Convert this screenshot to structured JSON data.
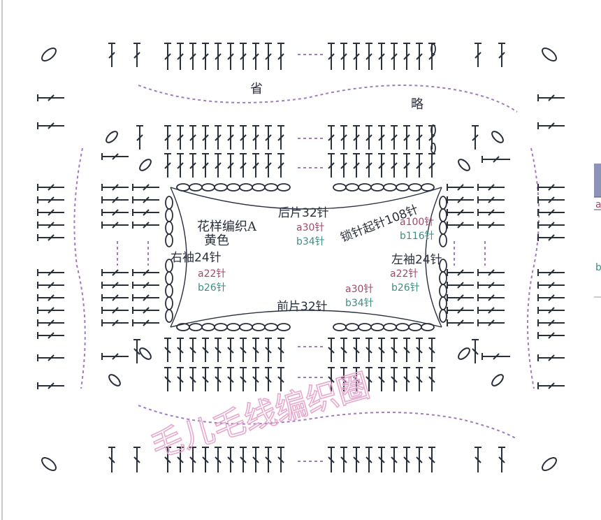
{
  "labels": {
    "omit_1": "省",
    "omit_2": "略",
    "pattern": "花样编织A",
    "color": "黄色",
    "back_panel": "后片32针",
    "front_panel": "前片32针",
    "right_sleeve": "右袖24针",
    "left_sleeve": "左袖24针",
    "chain_start": "锁针起针108针",
    "chain_a": "a100针",
    "chain_b": "b116针",
    "back_a": "a30针",
    "back_b": "b34针",
    "front_a": "a30针",
    "front_b": "b34针",
    "rsleeve_a": "a22针",
    "rsleeve_b": "b26针",
    "lsleeve_a": "a22针",
    "lsleeve_b": "b26针",
    "watermark": "毛儿毛线编织圈",
    "side_note_1": "a",
    "side_note_2": "b"
  },
  "colors": {
    "ink": "#2a2f3c",
    "dash": "#a07bbf",
    "a_size": "#a04a68",
    "b_size": "#3d8f84",
    "watermark": "#e7a9cd",
    "side_tab": "#8c92b8"
  }
}
